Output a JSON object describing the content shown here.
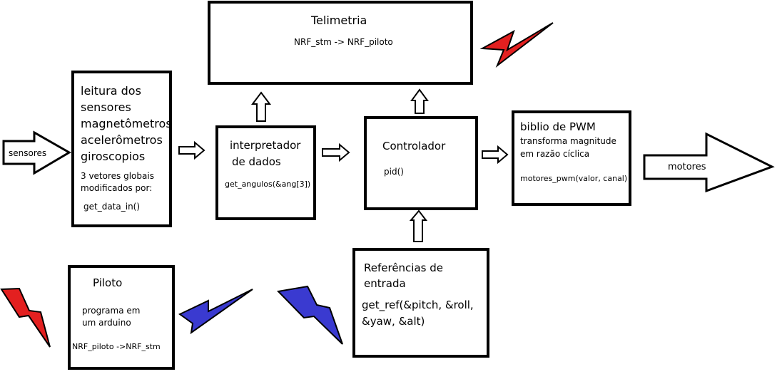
{
  "telemetria": {
    "title": "Telimetria",
    "line": "NRF_stm -> NRF_piloto"
  },
  "sensores_arrow": {
    "label": "sensores"
  },
  "leitura": {
    "lines": [
      "leitura dos",
      "sensores",
      "magnetômetros",
      "acelerômetros",
      "giroscopios"
    ],
    "note": [
      "3 vetores globais",
      "modificados por:"
    ],
    "func": "get_data_in()"
  },
  "interpretador": {
    "lines": [
      "interpretador",
      "de dados"
    ],
    "func": "get_angulos(&ang[3])"
  },
  "controlador": {
    "title": "Controlador",
    "func": "pid()"
  },
  "pwm": {
    "title": "biblio de PWM",
    "desc": [
      "transforma magnitude",
      "em razão cíclica"
    ],
    "func": "motores_pwm(valor, canal)"
  },
  "motores_arrow": {
    "label": "motores"
  },
  "piloto": {
    "title": "Piloto",
    "desc": [
      "programa em",
      "um arduino"
    ],
    "line": "NRF_piloto ->NRF_stm"
  },
  "referencias": {
    "lines": [
      "Referências de",
      "entrada"
    ],
    "func": [
      "get_ref(&pitch, &roll,",
      "&yaw, &alt)"
    ]
  },
  "colors": {
    "bolt_red": "#e32020",
    "bolt_blue": "#3a3ad0"
  }
}
